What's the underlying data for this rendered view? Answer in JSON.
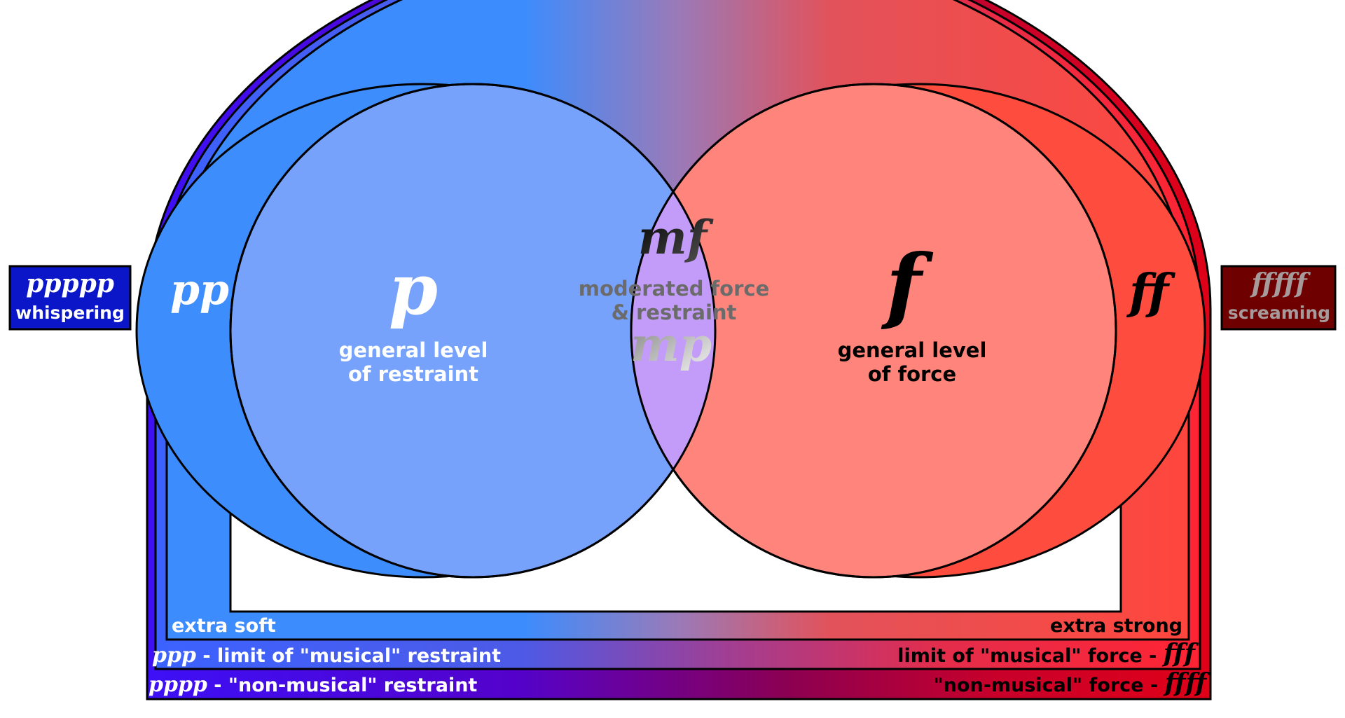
{
  "side_left": {
    "symbol": "ppppp",
    "label": "whispering",
    "bg": "#0a16c8",
    "fg": "#ffffff"
  },
  "side_right": {
    "symbol": "fffff",
    "label": "screaming",
    "bg": "#6e0000",
    "fg": "#a69a9a"
  },
  "circles": {
    "p": {
      "symbol": "p",
      "line1": "general level",
      "line2": "of restraint",
      "color": "#76a2fc"
    },
    "f": {
      "symbol": "f",
      "line1": "general level",
      "line2": "of force",
      "color": "#ff857c"
    },
    "overlap": {
      "top_symbol": "mf",
      "line1": "moderated force",
      "line2": "& restraint",
      "bottom_symbol": "mp",
      "color": "#c39cfa"
    },
    "pp": {
      "symbol": "pp",
      "color": "#3e8dfc"
    },
    "ff": {
      "symbol": "ff",
      "color": "#fe4d3e"
    }
  },
  "bands": {
    "extra": {
      "left": "extra soft",
      "right": "extra strong"
    },
    "musical": {
      "left_symbol": "ppp",
      "left_text": " - limit of \"musical\" restraint",
      "right_text": "limit of \"musical\" force - ",
      "right_symbol": "fff"
    },
    "non_musical": {
      "left_symbol": "pppp",
      "left_text": " - \"non-musical\" restraint",
      "right_text": "\"non-musical\" force - ",
      "right_symbol": "ffff"
    }
  }
}
